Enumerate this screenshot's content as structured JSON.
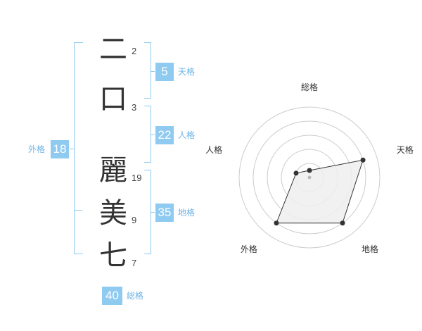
{
  "name": {
    "characters": [
      {
        "char": "二",
        "strokes": "2"
      },
      {
        "char": "口",
        "strokes": "3"
      },
      {
        "char": "麗",
        "strokes": "19"
      },
      {
        "char": "美",
        "strokes": "9"
      },
      {
        "char": "七",
        "strokes": "7"
      }
    ]
  },
  "fortunes": {
    "tenkaku": {
      "label": "天格",
      "value": "5"
    },
    "jinkaku": {
      "label": "人格",
      "value": "22"
    },
    "chikaku": {
      "label": "地格",
      "value": "35"
    },
    "gaikaku": {
      "label": "外格",
      "value": "18"
    },
    "soukaku": {
      "label": "総格",
      "value": "40"
    }
  },
  "radar": {
    "axes": [
      "総格",
      "天格",
      "地格",
      "外格",
      "人格"
    ],
    "levels": [
      0.5,
      4,
      4,
      4,
      1
    ],
    "max": 5,
    "colors": {
      "grid": "#cccccc",
      "fill": "#eeeeee",
      "line": "#333333",
      "point": "#333333"
    }
  },
  "colors": {
    "accent": "#8fcaf0",
    "accent_text": "#6cb3e6"
  }
}
